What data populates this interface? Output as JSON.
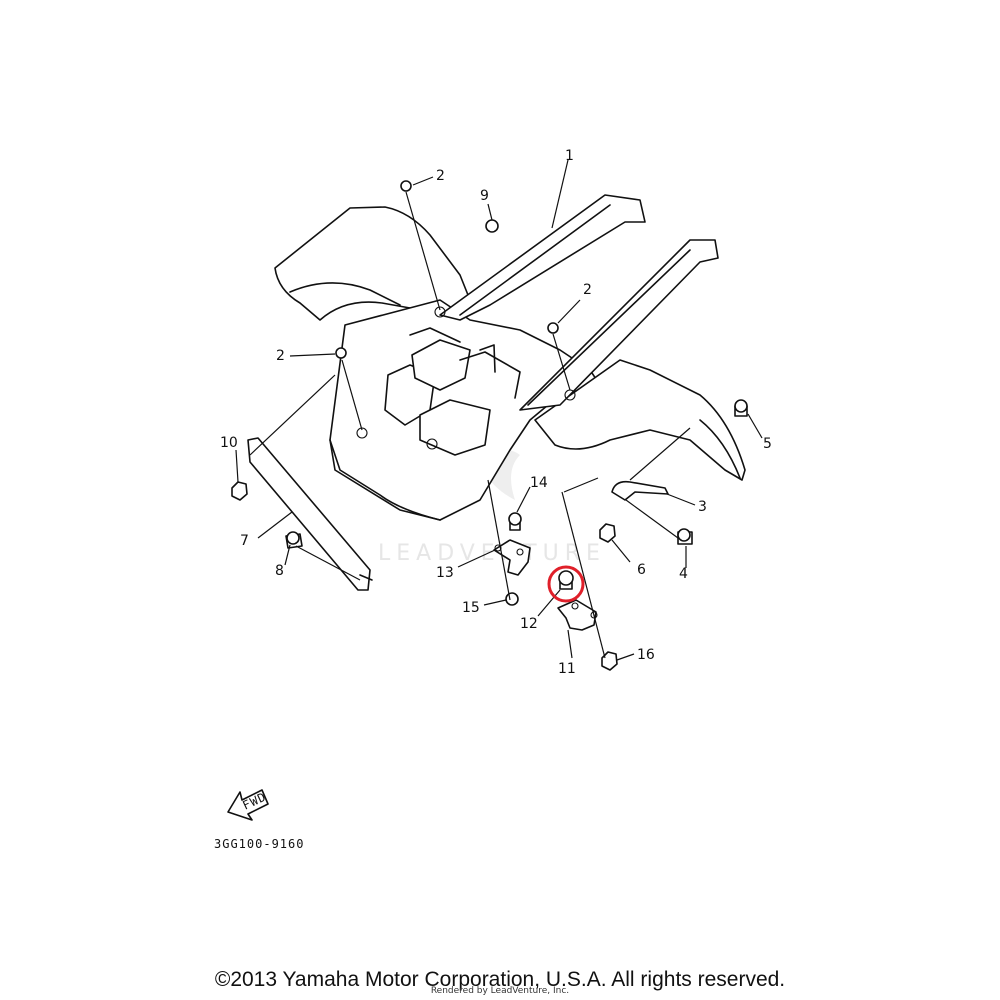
{
  "diagram": {
    "callouts": {
      "c1": "1",
      "c2a": "2",
      "c2b": "2",
      "c2c": "2",
      "c3": "3",
      "c4": "4",
      "c5": "5",
      "c6": "6",
      "c7": "7",
      "c8": "8",
      "c9": "9",
      "c10": "10",
      "c11": "11",
      "c12": "12",
      "c13": "13",
      "c14": "14",
      "c15": "15",
      "c16": "16"
    },
    "fwd_label": "FWD",
    "diagram_code": "3GG100-9160",
    "watermark": "LEADVENTURE",
    "highlight_color": "#e0202a"
  },
  "footer": {
    "copyright": "©2013 Yamaha Motor Corporation, U.S.A. All rights reserved.",
    "rendered_by": "Rendered by LeadVenture, Inc."
  }
}
